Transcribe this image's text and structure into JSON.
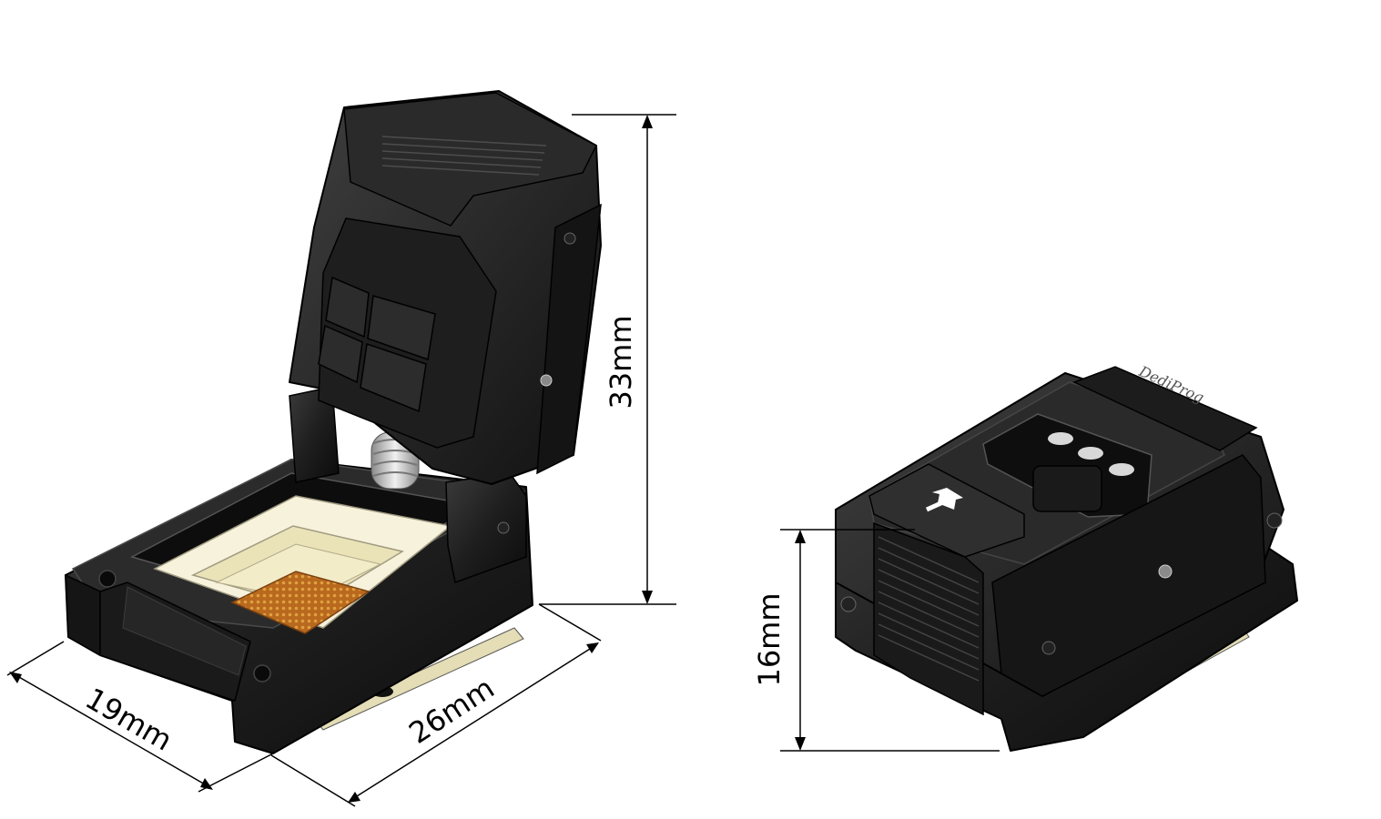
{
  "dimensions": {
    "width": "19mm",
    "length": "26mm",
    "open_height": "33mm",
    "closed_height": "16mm"
  },
  "closed_socket": {
    "lid_marking": "DediProg"
  },
  "colors": {
    "body": "#1e1e1e",
    "body_dark": "#0e0e0e",
    "body_edge": "#3a3a3a",
    "insert": "#f6f2dc",
    "contact_pad": "#b8691e",
    "contact_dot": "#e0a040",
    "spring": "#cfcfcf",
    "pcb_strip": "#e4ddb5"
  }
}
